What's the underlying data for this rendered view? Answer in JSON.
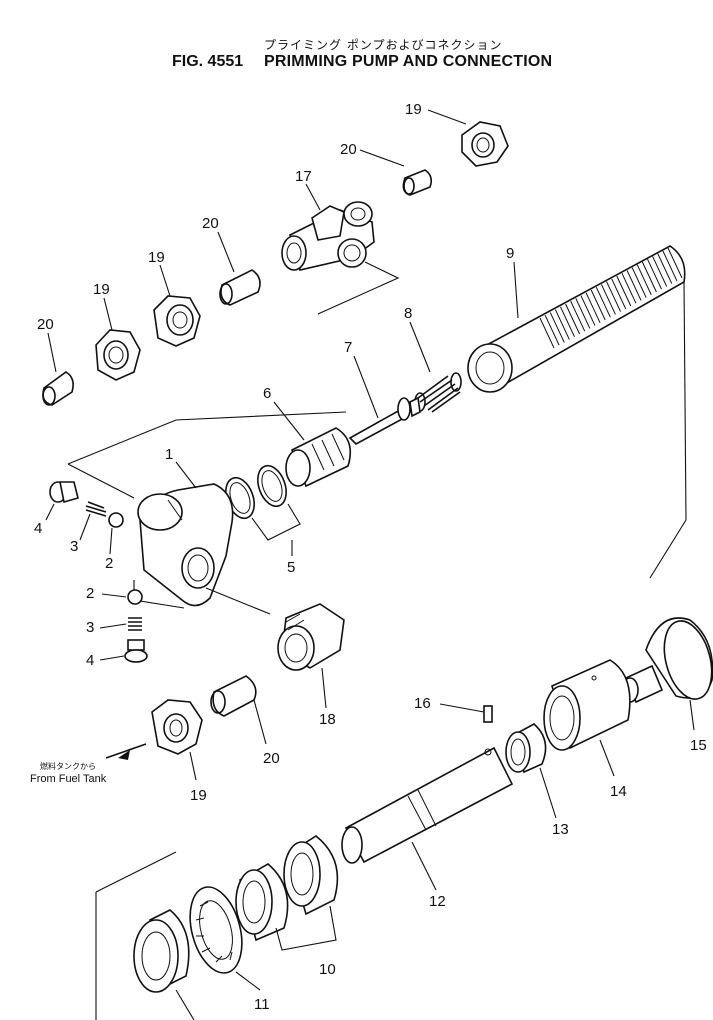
{
  "header": {
    "subtitle_jp": "プライミング ポンプおよびコネクション",
    "figure_number": "FIG. 4551",
    "title": "PRIMMING PUMP AND CONNECTION"
  },
  "note": {
    "text_jp": "燃料タンクから",
    "text_en": "From Fuel Tank"
  },
  "part_labels": {
    "p1": "1",
    "p2a": "2",
    "p2b": "2",
    "p3a": "3",
    "p3b": "3",
    "p4a": "4",
    "p4b": "4",
    "p5": "5",
    "p6": "6",
    "p7": "7",
    "p8": "8",
    "p9": "9",
    "p10": "10",
    "p11": "11",
    "p12": "12",
    "p13": "13",
    "p14": "14",
    "p15": "15",
    "p16": "16",
    "p17": "17",
    "p18": "18",
    "p19a": "19",
    "p19b": "19",
    "p19c": "19",
    "p19d": "19",
    "p20a": "20",
    "p20b": "20",
    "p20c": "20",
    "p20d": "20"
  }
}
